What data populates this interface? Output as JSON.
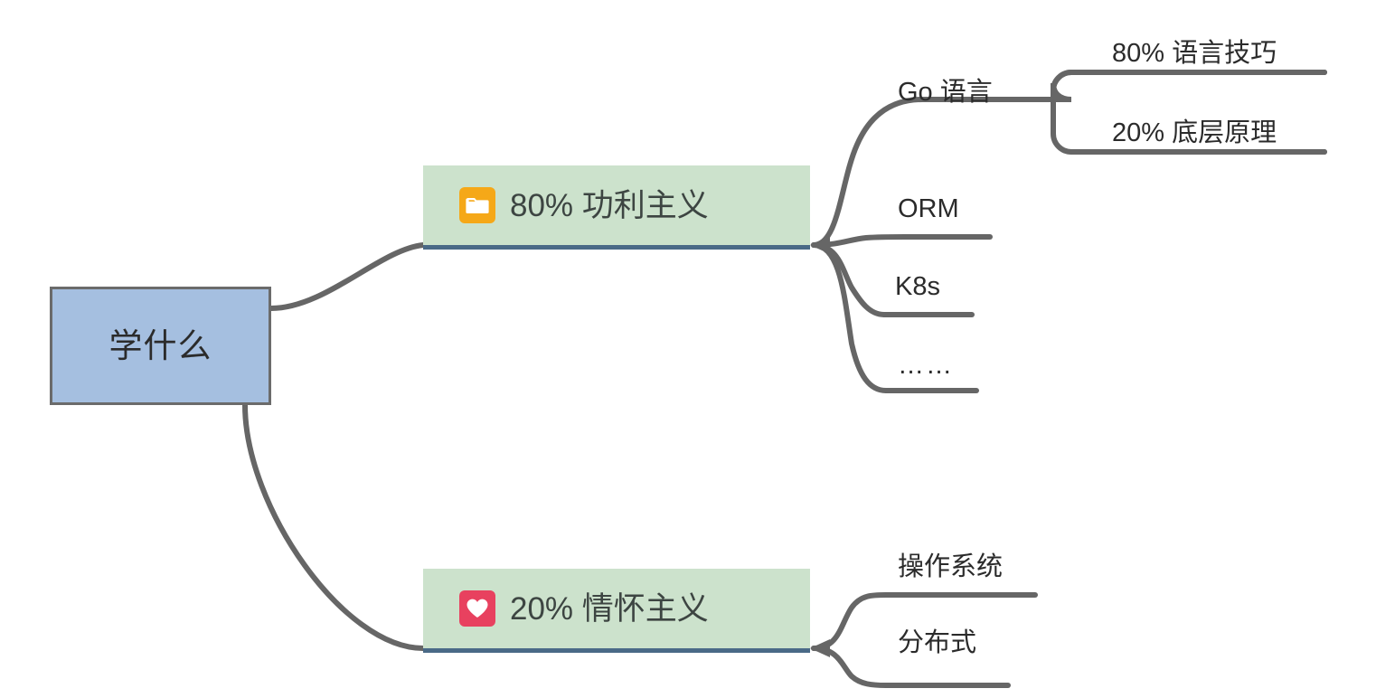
{
  "diagram": {
    "title": "学什么",
    "type": "mindmap",
    "colors": {
      "root_fill": "#a5bfe0",
      "root_border": "#6b6b6b",
      "branch_fill": "#cce2cc",
      "branch_underline": "#4a6a87",
      "edge": "#666666",
      "folder_icon": "#f5a818",
      "heart_icon": "#e8415f",
      "text": "#2b2b2b",
      "background": "#ffffff"
    }
  },
  "root": {
    "label": "学什么"
  },
  "branches": [
    {
      "id": "utility",
      "label": "80% 功利主义",
      "icon": "folder-icon",
      "percent": "80%",
      "children": [
        {
          "label": "Go 语言",
          "children": [
            {
              "label": "80% 语言技巧",
              "percent": "80%"
            },
            {
              "label": "20% 底层原理",
              "percent": "20%"
            }
          ]
        },
        {
          "label": "ORM",
          "children": []
        },
        {
          "label": "K8s",
          "children": []
        },
        {
          "label": "……",
          "children": []
        }
      ]
    },
    {
      "id": "passion",
      "label": "20% 情怀主义",
      "icon": "heart-icon",
      "percent": "20%",
      "children": [
        {
          "label": "操作系统",
          "children": []
        },
        {
          "label": "分布式",
          "children": []
        }
      ]
    }
  ]
}
